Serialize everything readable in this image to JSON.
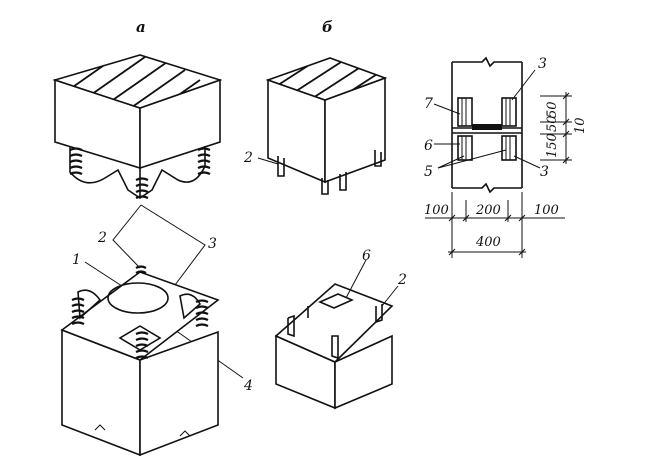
{
  "figure": {
    "panel_labels": {
      "a": "а",
      "b": "б"
    },
    "callouts_a": {
      "c1": "1",
      "c2": "2",
      "c3": "3",
      "c4": "4"
    },
    "callouts_b": {
      "c2": "2",
      "c6": "6",
      "c2b": "2"
    },
    "callouts_section": {
      "c7": "7",
      "c3t": "3",
      "c6": "6",
      "c5": "5",
      "c3b": "3"
    },
    "dimensions": {
      "d50a": "50",
      "d50b": "50",
      "d150": "150",
      "d10": "10",
      "d100l": "100",
      "d200": "200",
      "d100r": "100",
      "d400": "400"
    }
  }
}
